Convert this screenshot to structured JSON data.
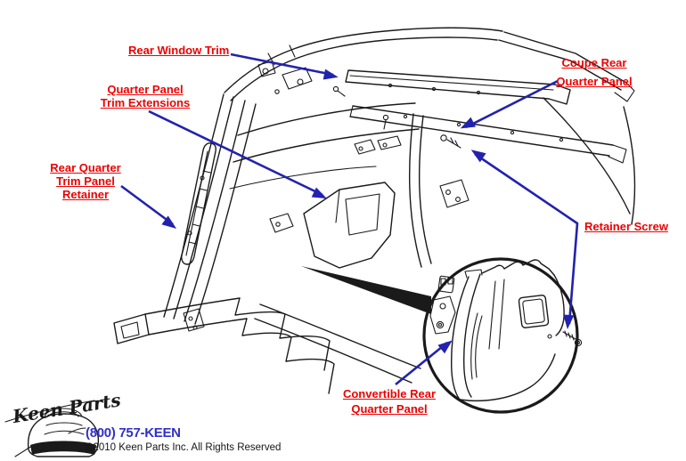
{
  "callouts": {
    "rear_window_trim": {
      "lines": [
        "Rear Window Trim"
      ]
    },
    "quarter_panel_trim_extensions": {
      "lines": [
        "Quarter Panel",
        "Trim Extensions"
      ]
    },
    "rear_quarter_trim_panel_retainer": {
      "lines": [
        "Rear Quarter",
        "Trim Panel",
        "Retainer"
      ]
    },
    "coupe_rear_quarter_panel": {
      "lines": [
        "Coupe Rear",
        "Quarter Panel"
      ]
    },
    "retainer_screw": {
      "lines": [
        "Retainer Screw"
      ]
    },
    "convertible_rear_quarter_panel": {
      "lines": [
        "Convertible Rear",
        "Quarter Panel"
      ]
    }
  },
  "footer": {
    "logo_script": "Keen Parts",
    "phone": "(800) 757-KEEN",
    "copyright": "©2010 Keen Parts Inc. All Rights Reserved"
  },
  "colors": {
    "label_red": "#EE0000",
    "arrow_blue": "#2222AE",
    "phone_blue": "#3030C8",
    "line_ink": "#1A1A1A",
    "background": "#FFFFFF"
  }
}
